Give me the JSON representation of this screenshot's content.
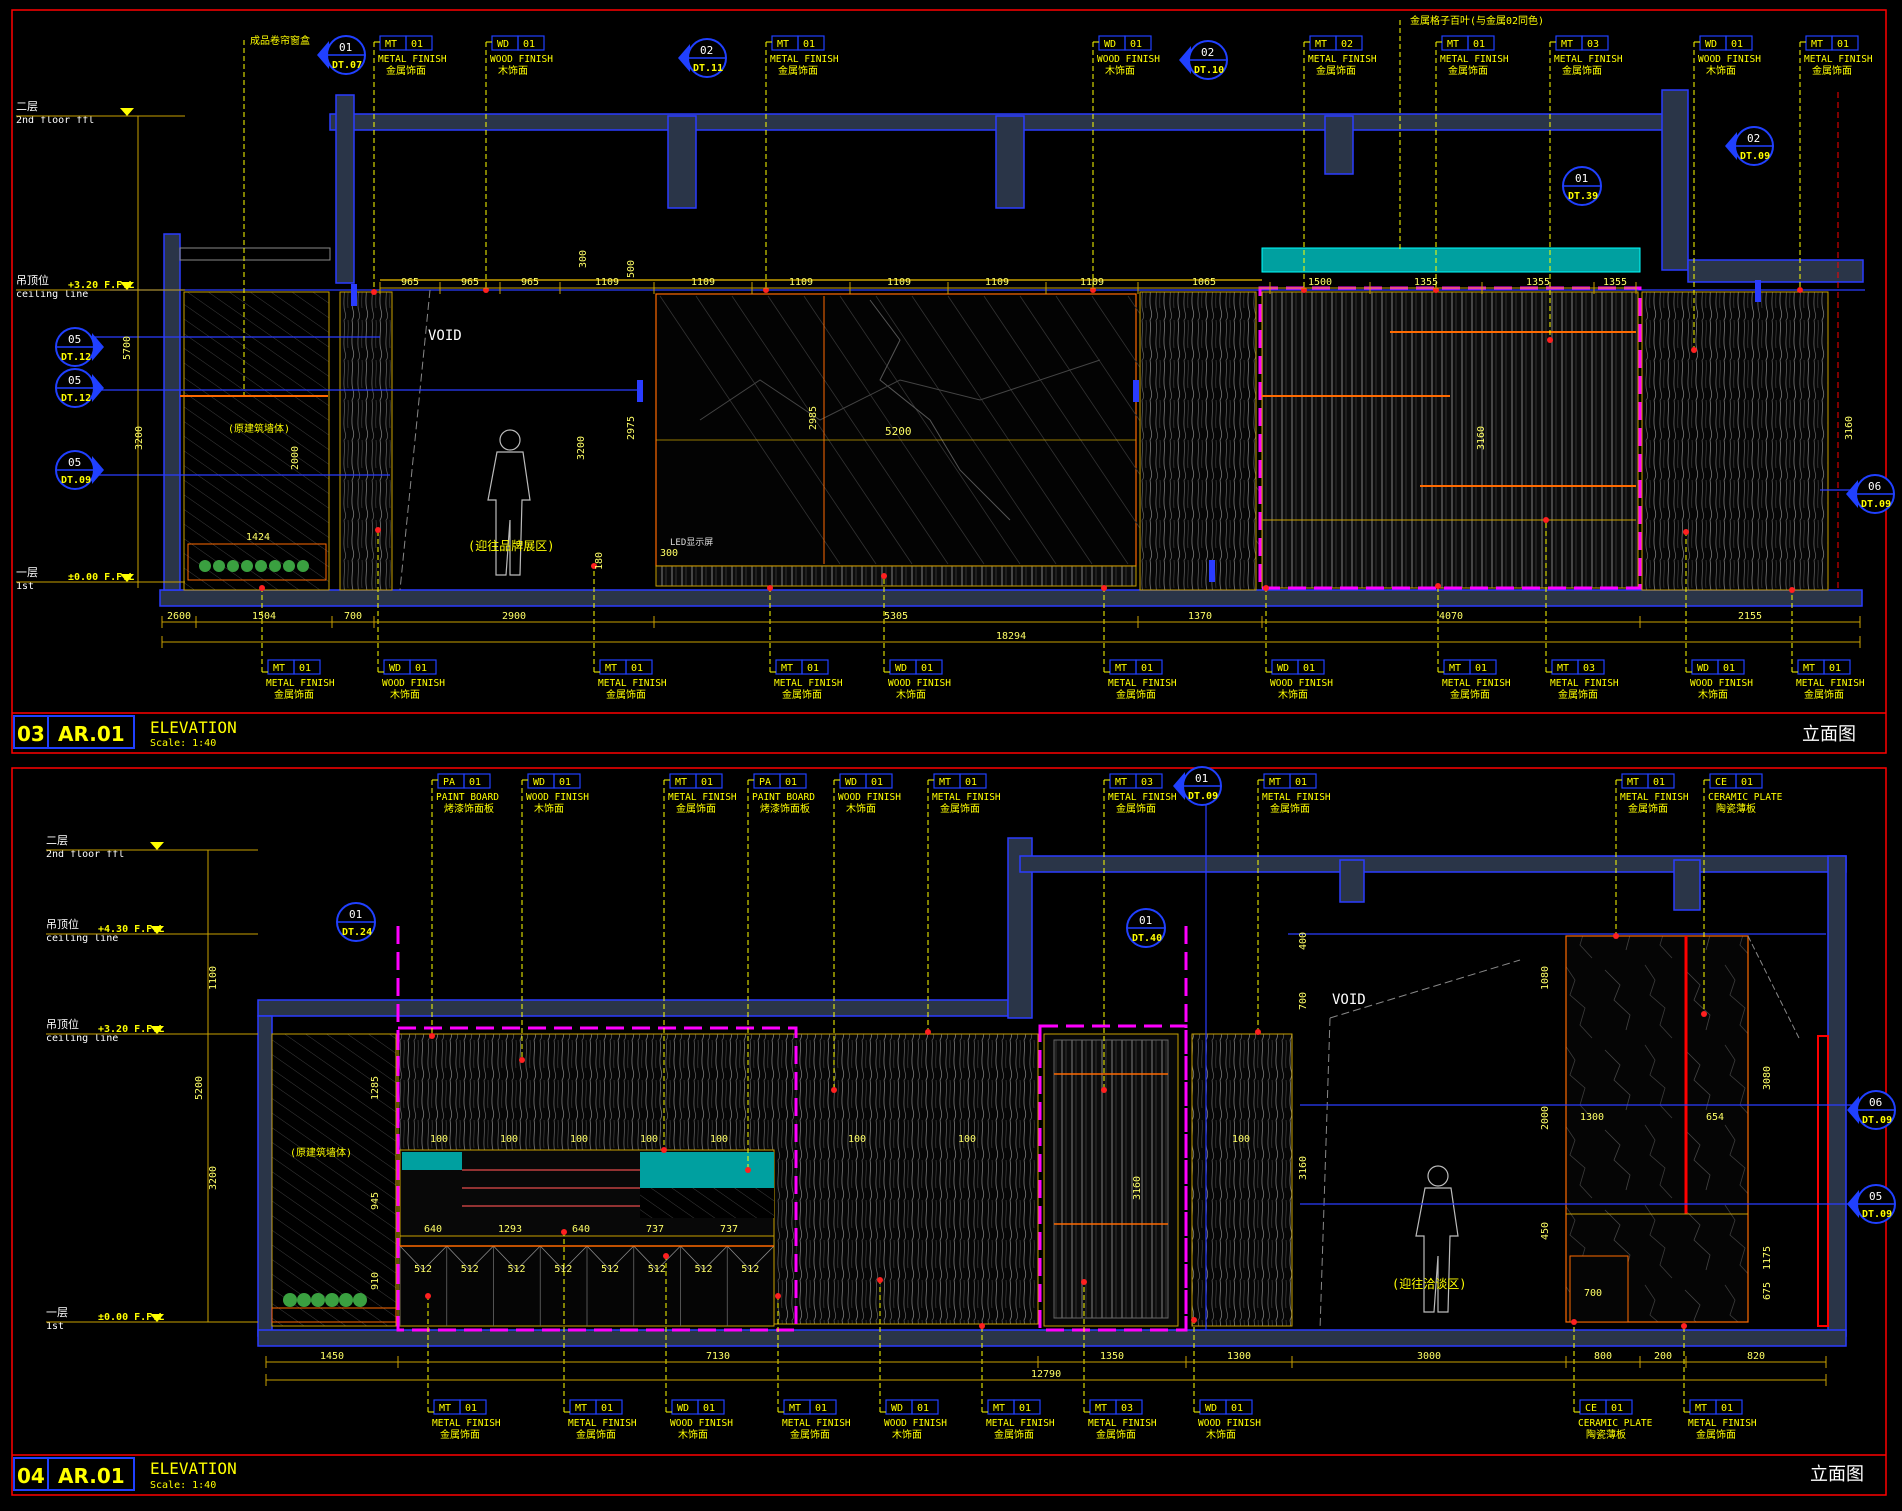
{
  "colors": {
    "bg": "#000000",
    "frame": "#ff0000",
    "wall": "#2a3548",
    "wall_line": "#2a3cff",
    "dim": "#c8a000",
    "tag_box": "#2040ff",
    "tag_text": "#ffff00",
    "leader": "#ffff00",
    "dim_text": "#ffff66",
    "magenta": "#ff00ff",
    "cyan": "#00ffff",
    "teal": "#00a0a0",
    "orange": "#ff6a00",
    "white": "#ffffff",
    "green": "#3aa040"
  },
  "panel_top": {
    "title": "ELEVATION",
    "scale": "Scale: 1:40",
    "number": "03",
    "sheet": "AR.01",
    "cn_title": "立面图",
    "void": "VOID",
    "zone_label": "(迎往品牌展区)",
    "top_note_cn": "成品卷帘窗盒",
    "top_note2_cn": "金属格子百叶(与金属02同色)",
    "led_note": "LED显示屏",
    "levels": [
      {
        "cn": "二层",
        "en": "2nd floor ffl"
      },
      {
        "cn": "吊顶位",
        "en": "ceiling line",
        "mark": "+3.20 F.F.L"
      },
      {
        "cn": "一层",
        "en": "1st",
        "mark": "±0.00 F.F.L"
      }
    ],
    "tags_top": [
      {
        "code": "MT",
        "num": "01",
        "en": "METAL FINISH",
        "cn": "金属饰面"
      },
      {
        "code": "WD",
        "num": "01",
        "en": "WOOD FINISH",
        "cn": "木饰面"
      },
      {
        "code": "MT",
        "num": "01",
        "en": "METAL FINISH",
        "cn": "金属饰面"
      },
      {
        "code": "WD",
        "num": "01",
        "en": "WOOD FINISH",
        "cn": "木饰面"
      },
      {
        "code": "MT",
        "num": "02",
        "en": "METAL FINISH",
        "cn": "金属饰面"
      },
      {
        "code": "MT",
        "num": "01",
        "en": "METAL FINISH",
        "cn": "金属饰面"
      },
      {
        "code": "MT",
        "num": "03",
        "en": "METAL FINISH",
        "cn": "金属饰面"
      },
      {
        "code": "WD",
        "num": "01",
        "en": "WOOD FINISH",
        "cn": "木饰面"
      },
      {
        "code": "MT",
        "num": "01",
        "en": "METAL FINISH",
        "cn": "金属饰面"
      }
    ],
    "tags_bottom": [
      {
        "code": "MT",
        "num": "01",
        "en": "METAL FINISH",
        "cn": "金属饰面"
      },
      {
        "code": "WD",
        "num": "01",
        "en": "WOOD FINISH",
        "cn": "木饰面"
      },
      {
        "code": "MT",
        "num": "01",
        "en": "METAL FINISH",
        "cn": "金属饰面"
      },
      {
        "code": "MT",
        "num": "01",
        "en": "METAL FINISH",
        "cn": "金属饰面"
      },
      {
        "code": "WD",
        "num": "01",
        "en": "WOOD FINISH",
        "cn": "木饰面"
      },
      {
        "code": "MT",
        "num": "01",
        "en": "METAL FINISH",
        "cn": "金属饰面"
      },
      {
        "code": "WD",
        "num": "01",
        "en": "WOOD FINISH",
        "cn": "木饰面"
      },
      {
        "code": "MT",
        "num": "01",
        "en": "METAL FINISH",
        "cn": "金属饰面"
      },
      {
        "code": "MT",
        "num": "03",
        "en": "METAL FINISH",
        "cn": "金属饰面"
      },
      {
        "code": "WD",
        "num": "01",
        "en": "WOOD FINISH",
        "cn": "木饰面"
      },
      {
        "code": "MT",
        "num": "01",
        "en": "METAL FINISH",
        "cn": "金属饰面"
      }
    ],
    "callouts": [
      {
        "num": "01",
        "ref": "DT.07"
      },
      {
        "num": "02",
        "ref": "DT.11"
      },
      {
        "num": "02",
        "ref": "DT.10"
      },
      {
        "num": "02",
        "ref": "DT.09"
      },
      {
        "num": "01",
        "ref": "DT.39"
      },
      {
        "num": "06",
        "ref": "DT.09"
      },
      {
        "num": "05",
        "ref": "DT.12"
      },
      {
        "num": "05",
        "ref": "DT.09"
      },
      {
        "num": "06",
        "ref": "DT.09"
      }
    ],
    "dims_bottom": [
      "2600",
      "1504",
      "700",
      "2900",
      "5305",
      "1370",
      "4070",
      "2155"
    ],
    "dim_total": "18294",
    "dims_ceiling": [
      "965",
      "965",
      "965",
      "1109",
      "1109",
      "1109",
      "1109",
      "1109",
      "1109",
      "1065",
      "1500",
      "1355",
      "1355",
      "1355"
    ],
    "dims_left": [
      "5700",
      "3200"
    ],
    "dims_misc": [
      "3200",
      "2975",
      "2985",
      "5200",
      "3160",
      "3160",
      "1424",
      "2000",
      "300",
      "180",
      "500",
      "300"
    ]
  },
  "panel_bottom": {
    "title": "ELEVATION",
    "scale": "Scale: 1:40",
    "number": "04",
    "sheet": "AR.01",
    "cn_title": "立面图",
    "void": "VOID",
    "zone_label": "(迎往洽谈区)",
    "left_note": "(原建筑墙体)",
    "levels": [
      {
        "cn": "二层",
        "en": "2nd floor ffl"
      },
      {
        "cn": "吊顶位",
        "en": "ceiling line",
        "mark": "+4.30 F.F.L"
      },
      {
        "cn": "吊顶位",
        "en": "ceiling line",
        "mark": "+3.20 F.F.L"
      },
      {
        "cn": "一层",
        "en": "1st",
        "mark": "±0.00 F.F.L"
      }
    ],
    "tags_top": [
      {
        "code": "PA",
        "num": "01",
        "en": "PAINT BOARD",
        "cn": "烤漆饰面板"
      },
      {
        "code": "WD",
        "num": "01",
        "en": "WOOD FINISH",
        "cn": "木饰面"
      },
      {
        "code": "MT",
        "num": "01",
        "en": "METAL FINISH",
        "cn": "金属饰面"
      },
      {
        "code": "PA",
        "num": "01",
        "en": "PAINT BOARD",
        "cn": "烤漆饰面板"
      },
      {
        "code": "WD",
        "num": "01",
        "en": "WOOD FINISH",
        "cn": "木饰面"
      },
      {
        "code": "MT",
        "num": "01",
        "en": "METAL FINISH",
        "cn": "金属饰面"
      },
      {
        "code": "MT",
        "num": "03",
        "en": "METAL FINISH",
        "cn": "金属饰面"
      },
      {
        "code": "MT",
        "num": "01",
        "en": "METAL FINISH",
        "cn": "金属饰面"
      },
      {
        "code": "MT",
        "num": "01",
        "en": "METAL FINISH",
        "cn": "金属饰面"
      },
      {
        "code": "CE",
        "num": "01",
        "en": "CERAMIC PLATE",
        "cn": "陶瓷薄板"
      }
    ],
    "tags_bottom": [
      {
        "code": "MT",
        "num": "01",
        "en": "METAL FINISH",
        "cn": "金属饰面"
      },
      {
        "code": "MT",
        "num": "01",
        "en": "METAL FINISH",
        "cn": "金属饰面"
      },
      {
        "code": "WD",
        "num": "01",
        "en": "WOOD FINISH",
        "cn": "木饰面"
      },
      {
        "code": "MT",
        "num": "01",
        "en": "METAL FINISH",
        "cn": "金属饰面"
      },
      {
        "code": "WD",
        "num": "01",
        "en": "WOOD FINISH",
        "cn": "木饰面"
      },
      {
        "code": "MT",
        "num": "01",
        "en": "METAL FINISH",
        "cn": "金属饰面"
      },
      {
        "code": "MT",
        "num": "03",
        "en": "METAL FINISH",
        "cn": "金属饰面"
      },
      {
        "code": "WD",
        "num": "01",
        "en": "WOOD FINISH",
        "cn": "木饰面"
      },
      {
        "code": "CE",
        "num": "01",
        "en": "CERAMIC PLATE",
        "cn": "陶瓷薄板"
      },
      {
        "code": "MT",
        "num": "01",
        "en": "METAL FINISH",
        "cn": "金属饰面"
      }
    ],
    "callouts": [
      {
        "num": "01",
        "ref": "DT.24"
      },
      {
        "num": "01",
        "ref": "DT.40"
      },
      {
        "num": "01",
        "ref": "DT.09"
      },
      {
        "num": "06",
        "ref": "DT.09"
      },
      {
        "num": "05",
        "ref": "DT.09"
      }
    ],
    "dims_bottom": [
      "1450",
      "7130",
      "1350",
      "1300",
      "3000",
      "800",
      "200",
      "820"
    ],
    "dim_total": "12790",
    "dims_left": [
      "1100",
      "5200",
      "3200"
    ],
    "dims_right": [
      "400",
      "700",
      "3160",
      "1080",
      "2000",
      "450",
      "675",
      "1175",
      "3080"
    ],
    "dims_shelf": [
      "640",
      "1293",
      "640",
      "737",
      "737"
    ],
    "dims_cabinet": "512",
    "dims_misc": [
      "1285",
      "945",
      "910",
      "3160",
      "1300",
      "654",
      "700",
      "100"
    ]
  }
}
